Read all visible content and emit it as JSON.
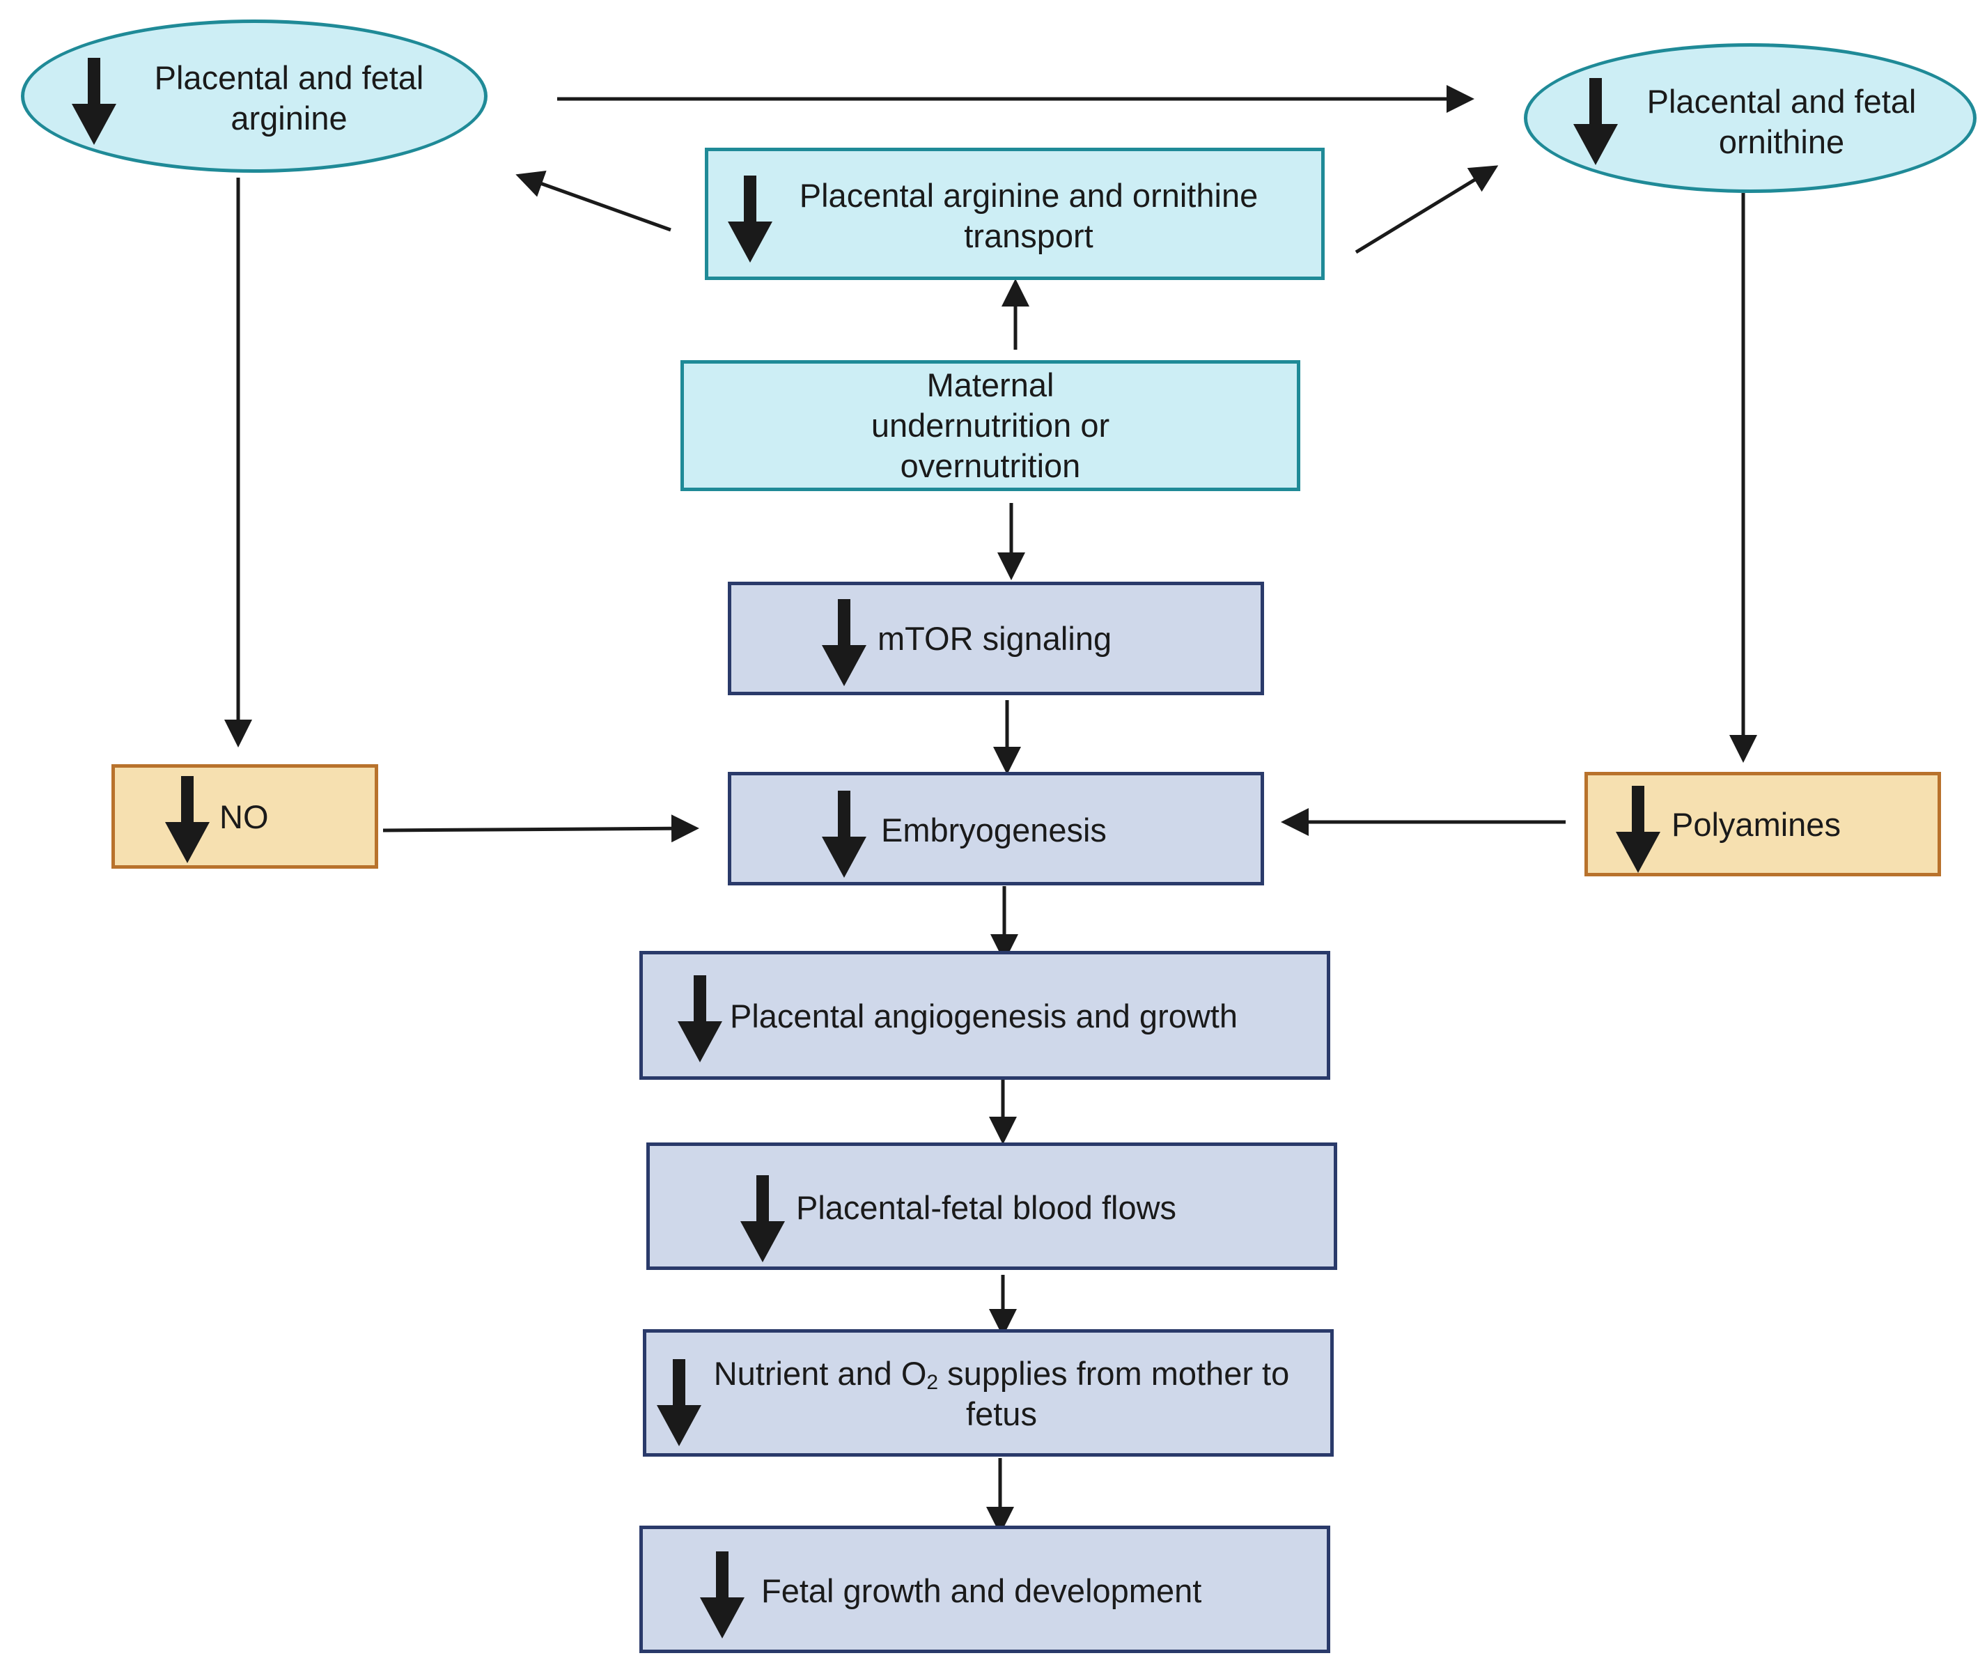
{
  "nodes": {
    "arginine": "Placental and fetal arginine",
    "ornithine": "Placental and fetal ornithine",
    "transport": "Placental arginine and ornithine transport",
    "maternal": "Maternal undernutrition or overnutrition",
    "mtor": "mTOR signaling",
    "no": "NO",
    "embryo": "Embryogenesis",
    "polyamines": "Polyamines",
    "angio": "Placental angiogenesis and growth",
    "bloodflow": "Placental-fetal blood flows",
    "nutrient_pre": "Nutrient and O",
    "nutrient_sub": "2",
    "nutrient_post": " supplies from mother to fetus",
    "fetal": "Fetal growth and development"
  },
  "icons": {
    "decrease": "down-arrow-icon"
  },
  "colors": {
    "teal_fill": "#cdeef5",
    "teal_border": "#1f8a97",
    "blue_fill": "#cfd8ea",
    "blue_border": "#2a3a6a",
    "tan_fill": "#f6e0b0",
    "tan_border": "#b8722c",
    "arrow": "#1a1a1a"
  }
}
